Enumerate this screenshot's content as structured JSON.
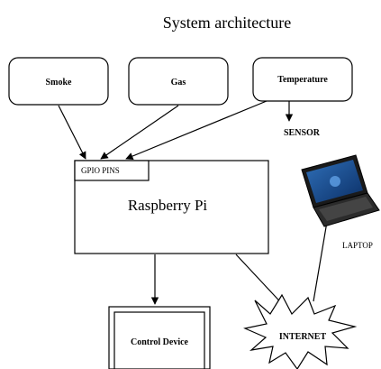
{
  "title": "System architecture",
  "sensors": [
    {
      "label": "Smoke"
    },
    {
      "label": "Gas"
    },
    {
      "label": "Temperature"
    }
  ],
  "sensor_label": "SENSOR",
  "gpio_label": "GPIO PINS",
  "pi_label": "Raspberry Pi",
  "laptop_label": "LAPTOP",
  "internet_label": "INTERNET",
  "control_label": "Control Device"
}
